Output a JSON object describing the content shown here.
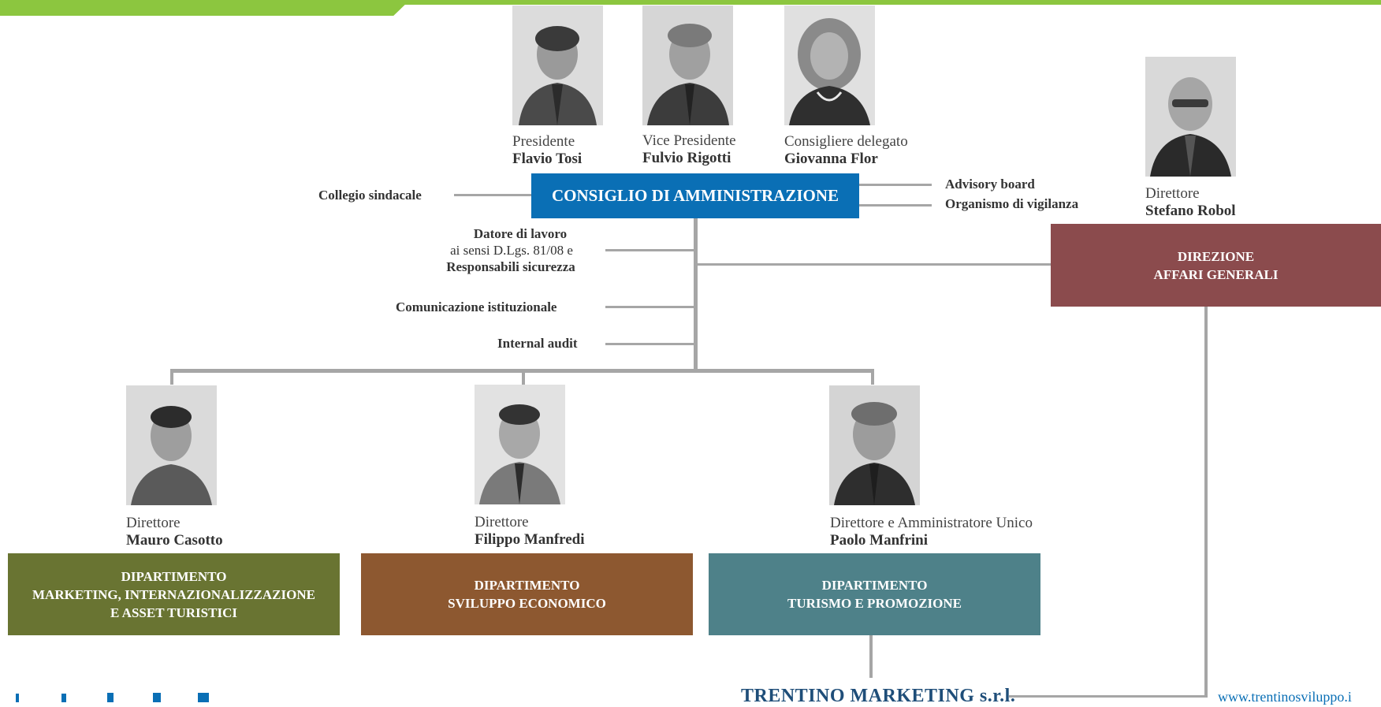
{
  "board": {
    "title": "CONSIGLIO DI AMMINISTRAZIONE",
    "members": [
      {
        "role": "Presidente",
        "name": "Flavio Tosi"
      },
      {
        "role": "Vice Presidente",
        "name": "Fulvio Rigotti"
      },
      {
        "role": "Consigliere delegato",
        "name": "Giovanna Flor"
      }
    ]
  },
  "side_labels": {
    "collegio": "Collegio sindacale",
    "advisory": "Advisory board",
    "organismo": "Organismo di vigilanza",
    "datore_line1": "Datore di lavoro",
    "datore_line2": "ai sensi D.Lgs. 81/08 e",
    "datore_line3": "Responsabili sicurezza",
    "comunicazione": "Comunicazione istituzionale",
    "audit": "Internal audit"
  },
  "affari": {
    "role": "Direttore",
    "name": "Stefano Robol",
    "line1": "DIREZIONE",
    "line2": "AFFARI GENERALI"
  },
  "departments": [
    {
      "role": "Direttore",
      "name": "Mauro Casotto",
      "line1": "DIPARTIMENTO",
      "line2": "MARKETING,  INTERNAZIONALIZZAZIONE",
      "line3": "E ASSET TURISTICI",
      "color": "#697432"
    },
    {
      "role": "Direttore",
      "name": "Filippo Manfredi",
      "line1": "DIPARTIMENTO",
      "line2": "SVILUPPO ECONOMICO",
      "color": "#8d5830"
    },
    {
      "role": "Direttore e Amministratore Unico",
      "name": "Paolo Manfrini",
      "line1": "DIPARTIMENTO",
      "line2": "TURISMO E PROMOZIONE",
      "color": "#4e8189"
    }
  ],
  "footer": {
    "brand": "TRENTINO MARKETING s.r.l.",
    "url": "www.trentinosviluppo.i"
  },
  "colors": {
    "accent_green": "#8cc63f",
    "board_blue": "#0a6fb5",
    "affari": "#8b4b4d",
    "connector": "#a6a6a6"
  }
}
